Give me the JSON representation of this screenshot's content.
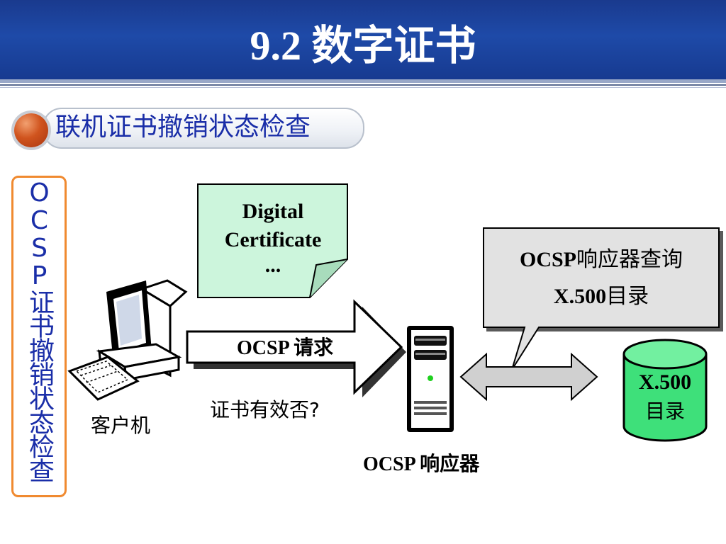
{
  "slide": {
    "title": "9.2 数字证书",
    "section_label": "联机证书撤销状态检查",
    "side_label": "OCSP证书撤销状态检查"
  },
  "diagram": {
    "cert_lines": [
      "Digital",
      "Certificate",
      "..."
    ],
    "query_box": {
      "line1_bold": "OCSP",
      "line1_rest": "响应器查询",
      "line2_bold": "X.500",
      "line2_rest": "目录"
    },
    "request_label": "OCSP 请求",
    "question_label": "证书有效否?",
    "client_label": "客户机",
    "responder_label": "OCSP 响应器",
    "directory": {
      "line1": "X.500",
      "line2": "目录"
    },
    "colors": {
      "cert_fill": "#ccf5dc",
      "directory_fill": "#3ee07a",
      "query_box_fill": "#e2e2e2",
      "arrow_fill": "#d0d0d0",
      "accent_blue": "#1a2ea8",
      "side_border": "#f08a30"
    }
  }
}
